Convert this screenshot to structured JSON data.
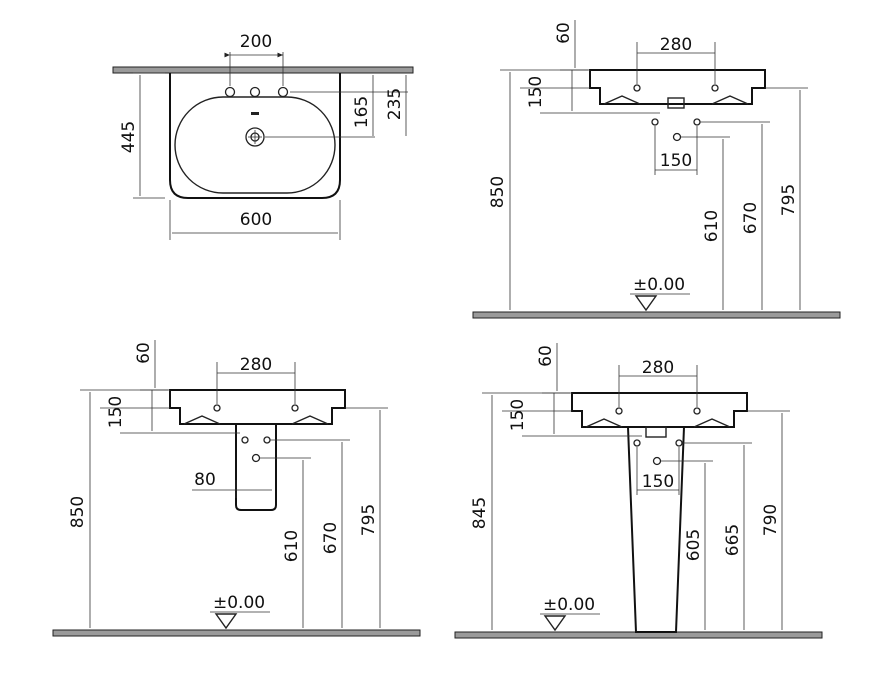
{
  "views": {
    "top": {
      "width": "600",
      "depth": "445",
      "tap_span": "200",
      "tap_to_wall": "235",
      "waste_to_wall": "165"
    },
    "side_wall": {
      "top_thickness": "60",
      "fixing_span": "280",
      "basin_depth": "150",
      "waste_spacing": "150",
      "h_top": "850",
      "h_rim": "795",
      "h_670": "670",
      "h_610": "610",
      "level": "±0.00"
    },
    "side_semi": {
      "top_thickness": "60",
      "fixing_span": "280",
      "basin_depth": "150",
      "pedestal_width": "80",
      "h_top": "850",
      "h_rim": "795",
      "h_670": "670",
      "h_610": "610",
      "level": "±0.00"
    },
    "side_pedestal": {
      "top_thickness": "60",
      "fixing_span": "280",
      "basin_depth": "150",
      "waste_spacing": "150",
      "h_top": "845",
      "h_rim": "790",
      "h_665": "665",
      "h_605": "605",
      "level": "±0.00"
    }
  }
}
